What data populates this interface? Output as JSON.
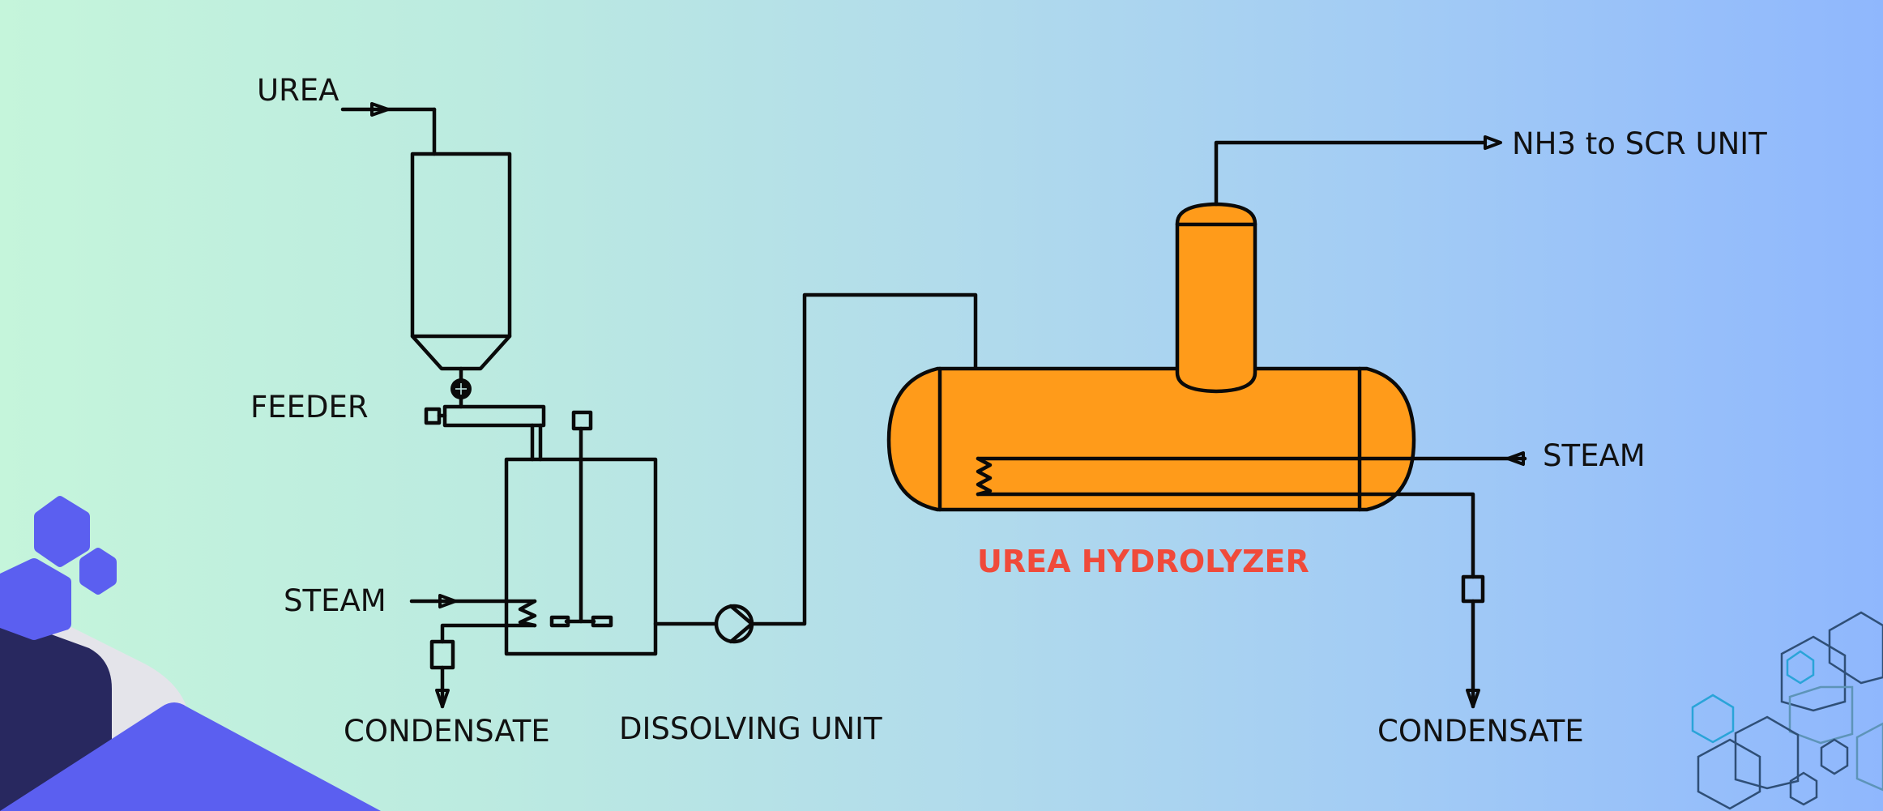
{
  "diagram": {
    "labels": {
      "urea_input": "UREA",
      "feeder": "FEEDER",
      "steam_left": "STEAM",
      "condensate_left": "CONDENSATE",
      "dissolving_unit": "DISSOLVING UNIT",
      "nh3_output": "NH3 to SCR UNIT",
      "steam_right": "STEAM",
      "condensate_right": "CONDENSATE",
      "hydrolyzer_title": "UREA HYDROLYZER"
    },
    "colors": {
      "vessel_fill": "#ff9b1a",
      "title_color": "#f04a3a",
      "line_color": "#0a0a0a",
      "hex_fill": "#5b5ff0",
      "hex_dark": "#28285f",
      "hex_light": "#e4e4ea",
      "hex_outline_dark": "#2f4f77",
      "hex_outline_blue": "#2aa4d8"
    },
    "icons": {
      "hopper": "hopper-silo-icon",
      "rotary_valve": "rotary-valve-icon",
      "screw_feeder": "screw-feeder-icon",
      "agitator": "agitator-icon",
      "heating_coil": "heating-coil-icon",
      "steam_trap": "steam-trap-icon",
      "pump": "centrifugal-pump-icon",
      "hydrolyzer": "horizontal-vessel-icon",
      "dome": "vertical-dome-icon"
    }
  }
}
